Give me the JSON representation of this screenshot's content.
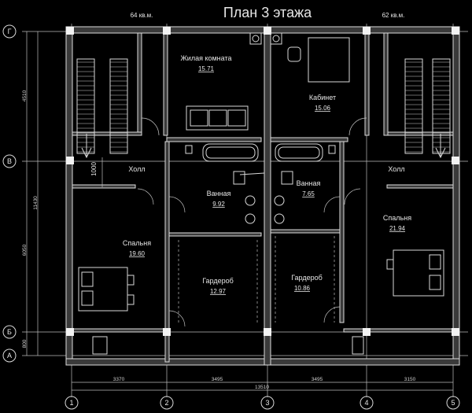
{
  "title": "План 3 этажа",
  "apartments": {
    "left_area": "64 кв.м.",
    "right_area": "62 кв.м."
  },
  "rooms": {
    "living": {
      "name": "Жилая комната",
      "area": "15.71"
    },
    "office": {
      "name": "Кабинет",
      "area": "15.06"
    },
    "hall_left": {
      "name": "Холл"
    },
    "hall_right": {
      "name": "Холл"
    },
    "bath_left": {
      "name": "Ванная",
      "area": "9.92"
    },
    "bath_right": {
      "name": "Ванная",
      "area": "7.65"
    },
    "bedroom_left": {
      "name": "Спальня",
      "area": "19.60"
    },
    "bedroom_right": {
      "name": "Спальня",
      "area": "21.94"
    },
    "wardrobe_left": {
      "name": "Гардероб",
      "area": "12.97"
    },
    "wardrobe_right": {
      "name": "Гардероб",
      "area": "10.86"
    }
  },
  "stair_dimension": "1000",
  "axes_horizontal": [
    "1",
    "2",
    "3",
    "4",
    "5"
  ],
  "axes_vertical": [
    "Г",
    "В",
    "Б",
    "А"
  ],
  "dimensions_bottom": [
    "3370",
    "3495",
    "3495",
    "3150"
  ],
  "dimension_total": "13510",
  "dimensions_left": [
    "4510",
    "11430",
    "6050",
    "800"
  ]
}
